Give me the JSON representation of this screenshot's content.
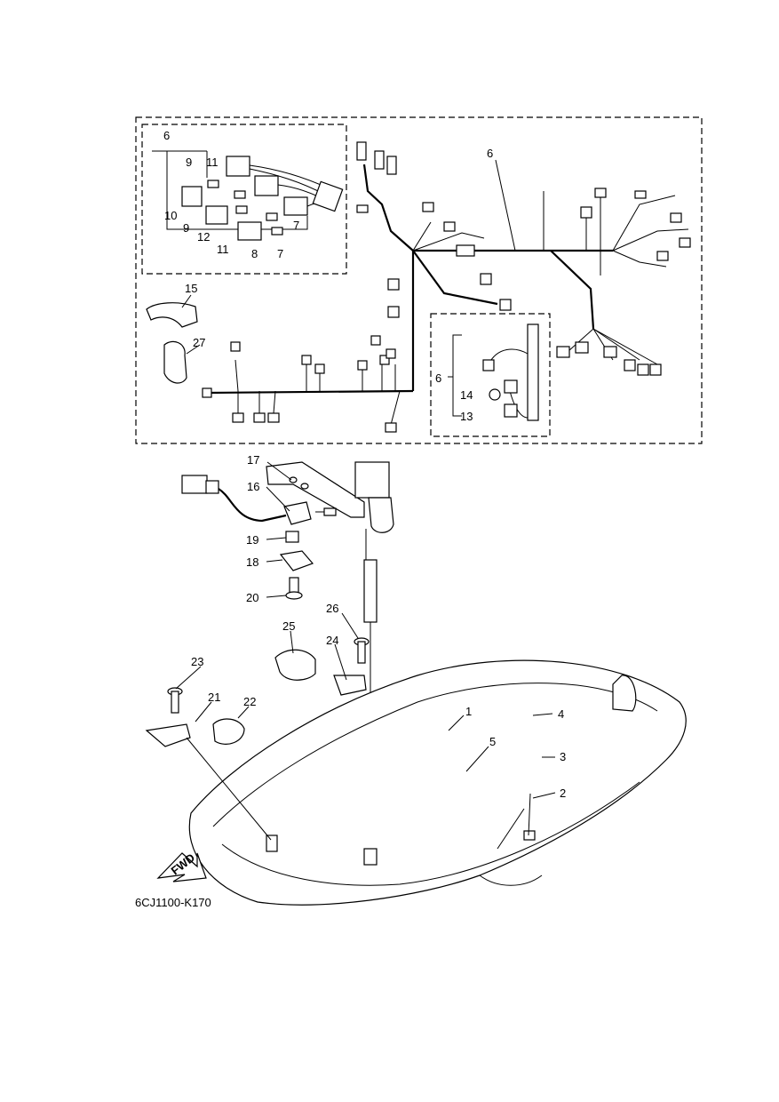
{
  "diagram_code": "6CJ1100-K170",
  "direction_label": "FWD",
  "callouts": {
    "c1": "1",
    "c2": "2",
    "c3": "3",
    "c4": "4",
    "c5": "5",
    "c6_main": "6",
    "c6_inset": "6",
    "c6_inset2": "6",
    "c7a": "7",
    "c7b": "7",
    "c8": "8",
    "c9a": "9",
    "c9b": "9",
    "c10": "10",
    "c11a": "11",
    "c11b": "11",
    "c12": "12",
    "c13": "13",
    "c14": "14",
    "c15": "15",
    "c16": "16",
    "c17": "17",
    "c18": "18",
    "c19": "19",
    "c20": "20",
    "c21": "21",
    "c22": "22",
    "c23": "23",
    "c24": "24",
    "c25": "25",
    "c26": "26",
    "c27": "27"
  }
}
